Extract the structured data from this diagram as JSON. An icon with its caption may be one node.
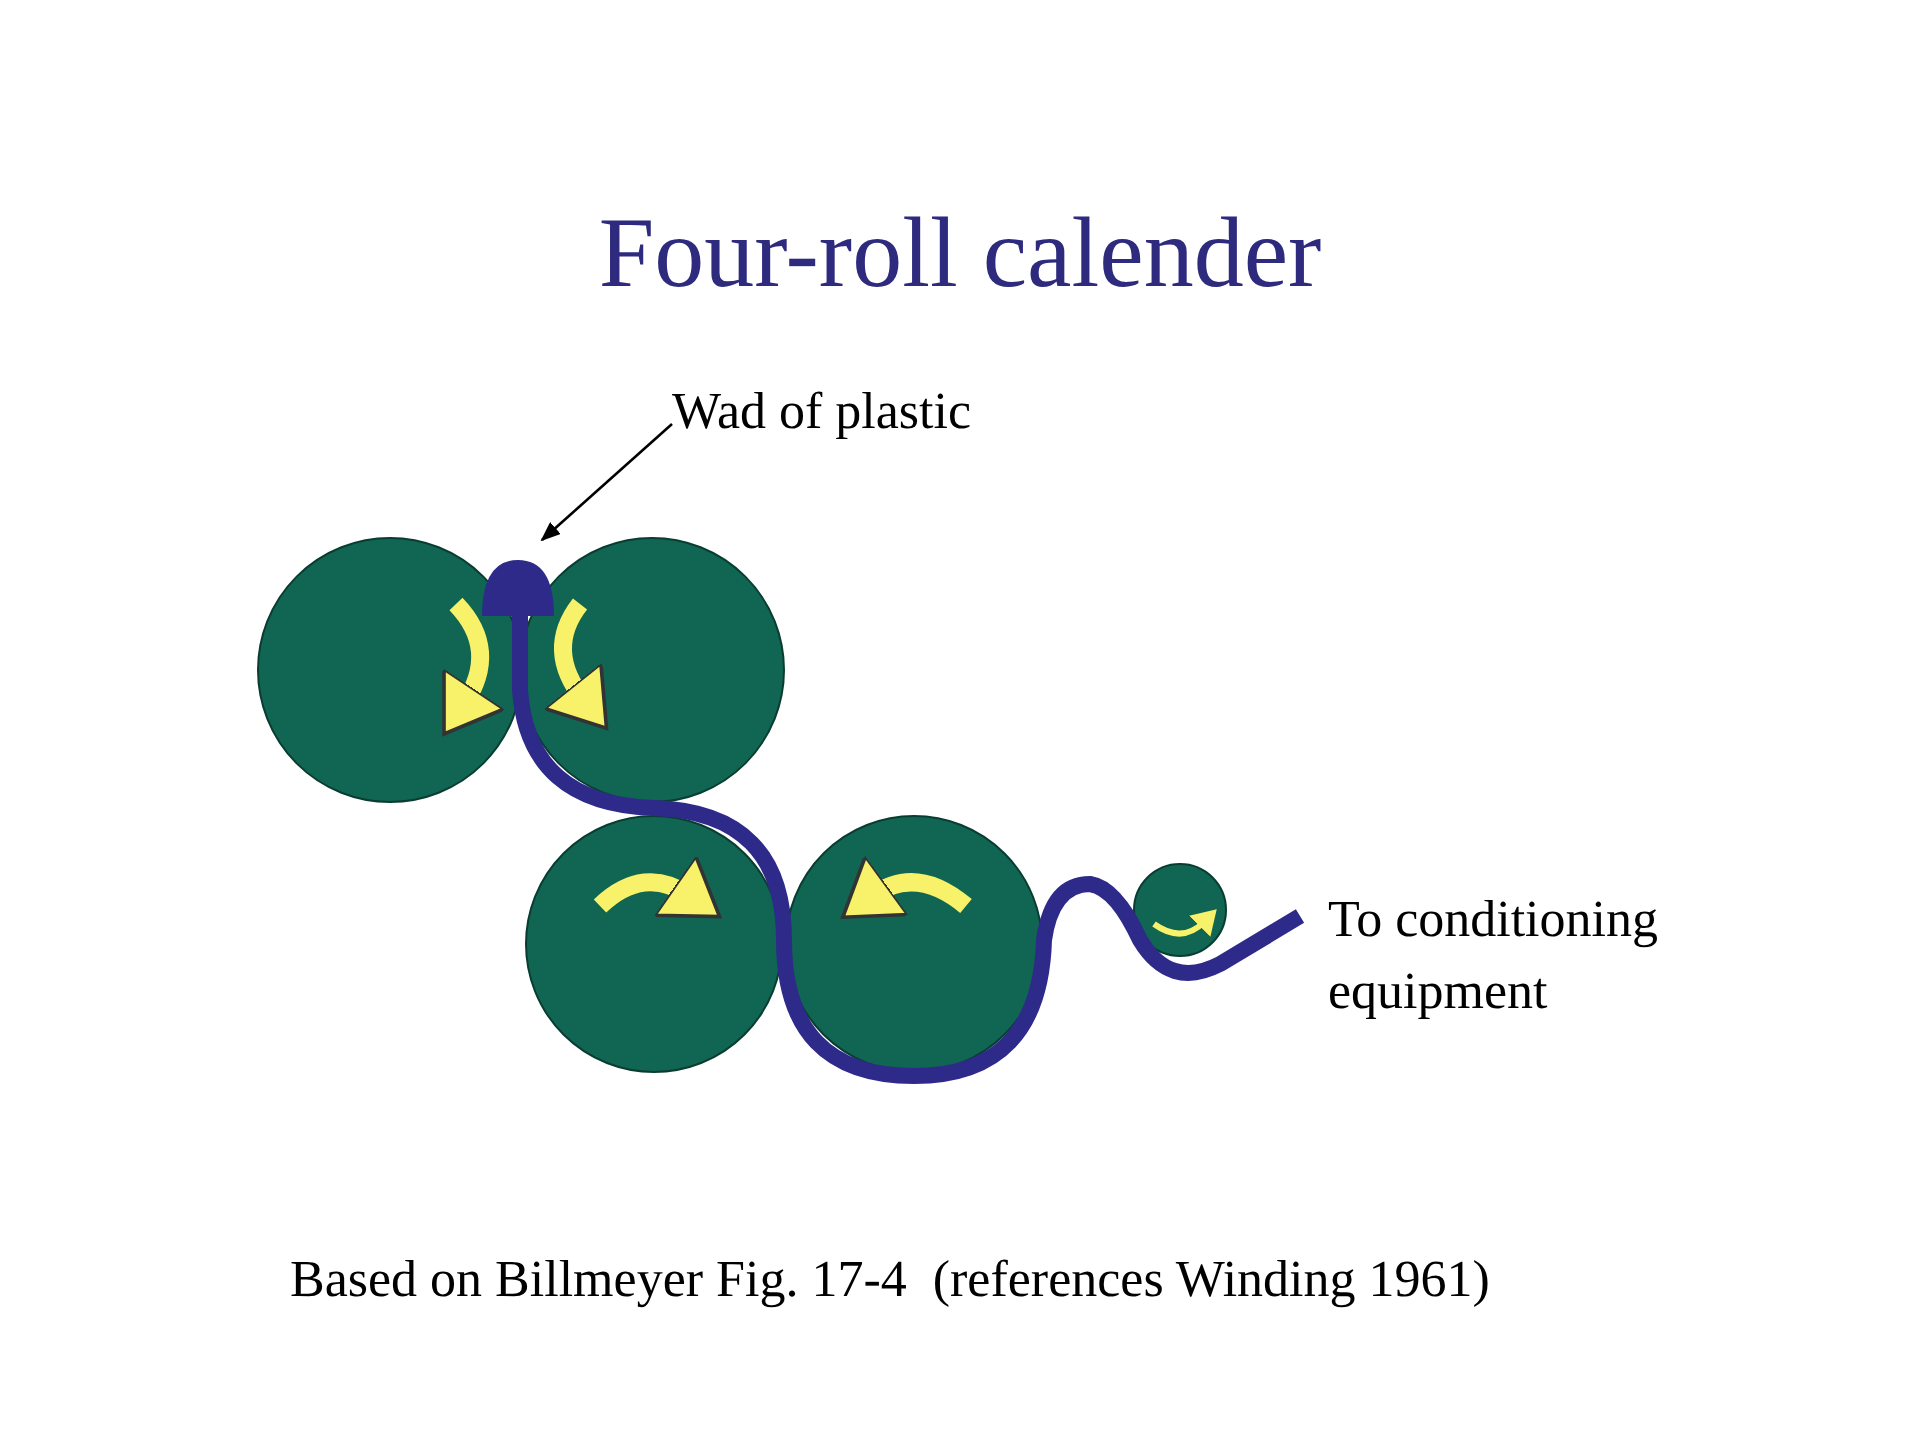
{
  "diagram": {
    "title": "Four-roll calender",
    "caption": "Based on Billmeyer Fig. 17-4  (references Winding 1961)",
    "nodes": [
      {
        "text": [
          "Wad of plastic"
        ]
      },
      {
        "text": [],
        "shape": "blob"
      }
    ],
    "edges": [
      {
        "from": 0,
        "to": 1,
        "arrow": "to"
      }
    ],
    "labels": [
      "To conditioning equipment"
    ]
  }
}
